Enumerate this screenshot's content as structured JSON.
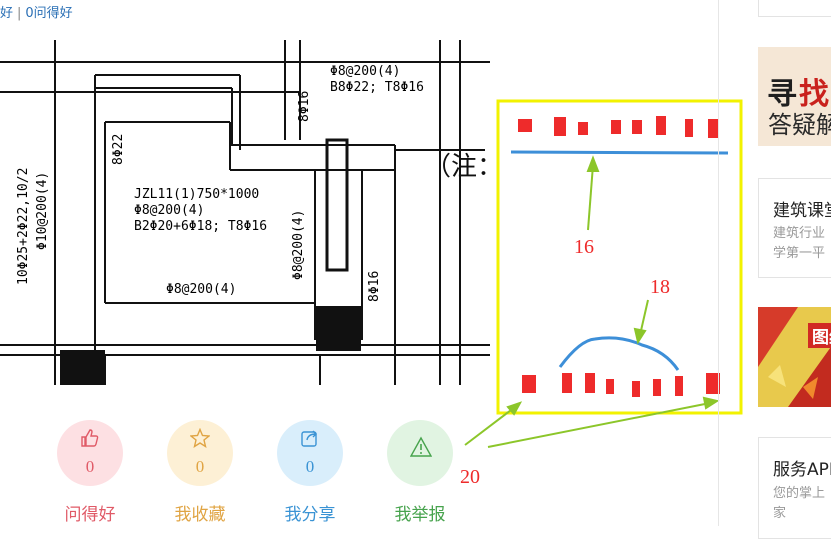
{
  "header": {
    "stat_a": "好",
    "stat_b": "0问得好"
  },
  "drawing": {
    "top_label": "Φ8@200(4)",
    "top_label2": "B8Φ22; T8Φ16",
    "note": "（注：",
    "beam_name": "JZL11(1)750*1000",
    "beam_stirrup": "Φ8@200(4)",
    "beam_bars": "B2Φ20+6Φ18; T8Φ16",
    "left_v1": "10Φ25+2Φ22,10/2",
    "left_v2": "Φ10@200(4)",
    "mid_v1": "8Φ22",
    "mid_v2": "8Φ16",
    "right_v1": "Φ8@200(4)",
    "right_v2": "8Φ16",
    "bottom_label": "Φ8@200(4)"
  },
  "annotation": {
    "label_16": "16",
    "label_18": "18",
    "label_20": "20",
    "box_color": "#f2f200",
    "mark_color": "#ee2b2b",
    "line_color": "#3d8fd8",
    "arrow_color": "#8cc62a"
  },
  "actions": [
    {
      "label": "问得好",
      "count": "0",
      "icon": "thumbs-up-icon"
    },
    {
      "label": "我收藏",
      "count": "0",
      "icon": "star-icon"
    },
    {
      "label": "我分享",
      "count": "0",
      "icon": "share-icon"
    },
    {
      "label": "我举报",
      "count": "",
      "icon": "warning-icon"
    }
  ],
  "sidebar": {
    "banner1_line1_a": "寻",
    "banner1_line1_b": "找",
    "banner1_line2": "答疑解",
    "card1_title": "建筑课堂",
    "card1_desc1": "建筑行业",
    "card1_desc2": "学第一平",
    "banner2_text": "图纸",
    "card2_title": "服务APP",
    "card2_desc1": "您的掌上",
    "card2_desc2": "家"
  }
}
